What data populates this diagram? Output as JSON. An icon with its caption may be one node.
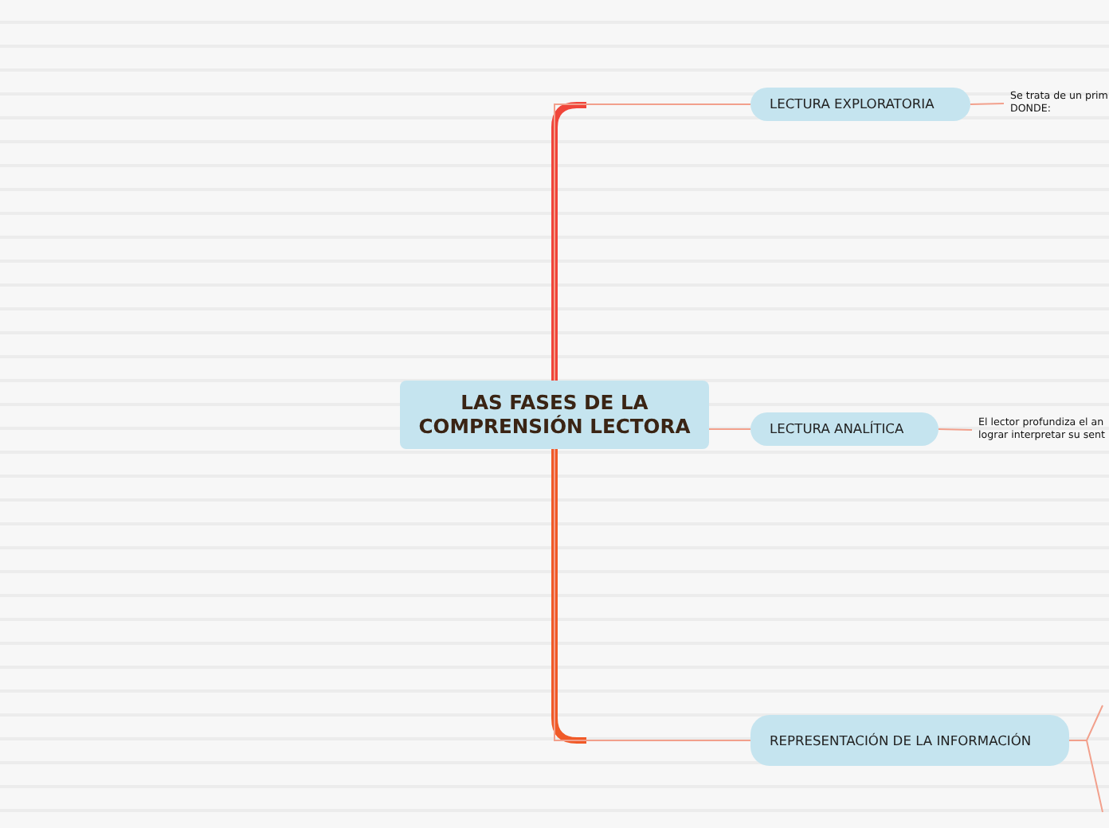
{
  "diagram": {
    "nodes": [
      {
        "text": [
          "LAS FASES DE LA COMPRENSIÓN LECTORA"
        ]
      },
      {
        "text": [
          "LECTURA EXPLORATORIA"
        ]
      },
      {
        "text": [
          "Se trata de un prim DONDE:"
        ]
      },
      {
        "text": [
          "LECTURA ANALÍTICA"
        ]
      },
      {
        "text": [
          "El lector profundiza el an lograr interpretar su sent"
        ]
      },
      {
        "text": [
          "REPRESENTACIÓN DE LA INFORMACIÓN"
        ]
      }
    ],
    "edges": [
      {
        "from": 0,
        "to": 1,
        "arrow": "none"
      },
      {
        "from": 0,
        "to": 3,
        "arrow": "none"
      },
      {
        "from": 0,
        "to": 5,
        "arrow": "none"
      },
      {
        "from": 1,
        "to": 2,
        "arrow": "none"
      },
      {
        "from": 3,
        "to": 4,
        "arrow": "none"
      },
      {
        "from": 5,
        "to": null,
        "arrow": "none"
      },
      {
        "from": 5,
        "to": null,
        "arrow": "none"
      }
    ]
  }
}
